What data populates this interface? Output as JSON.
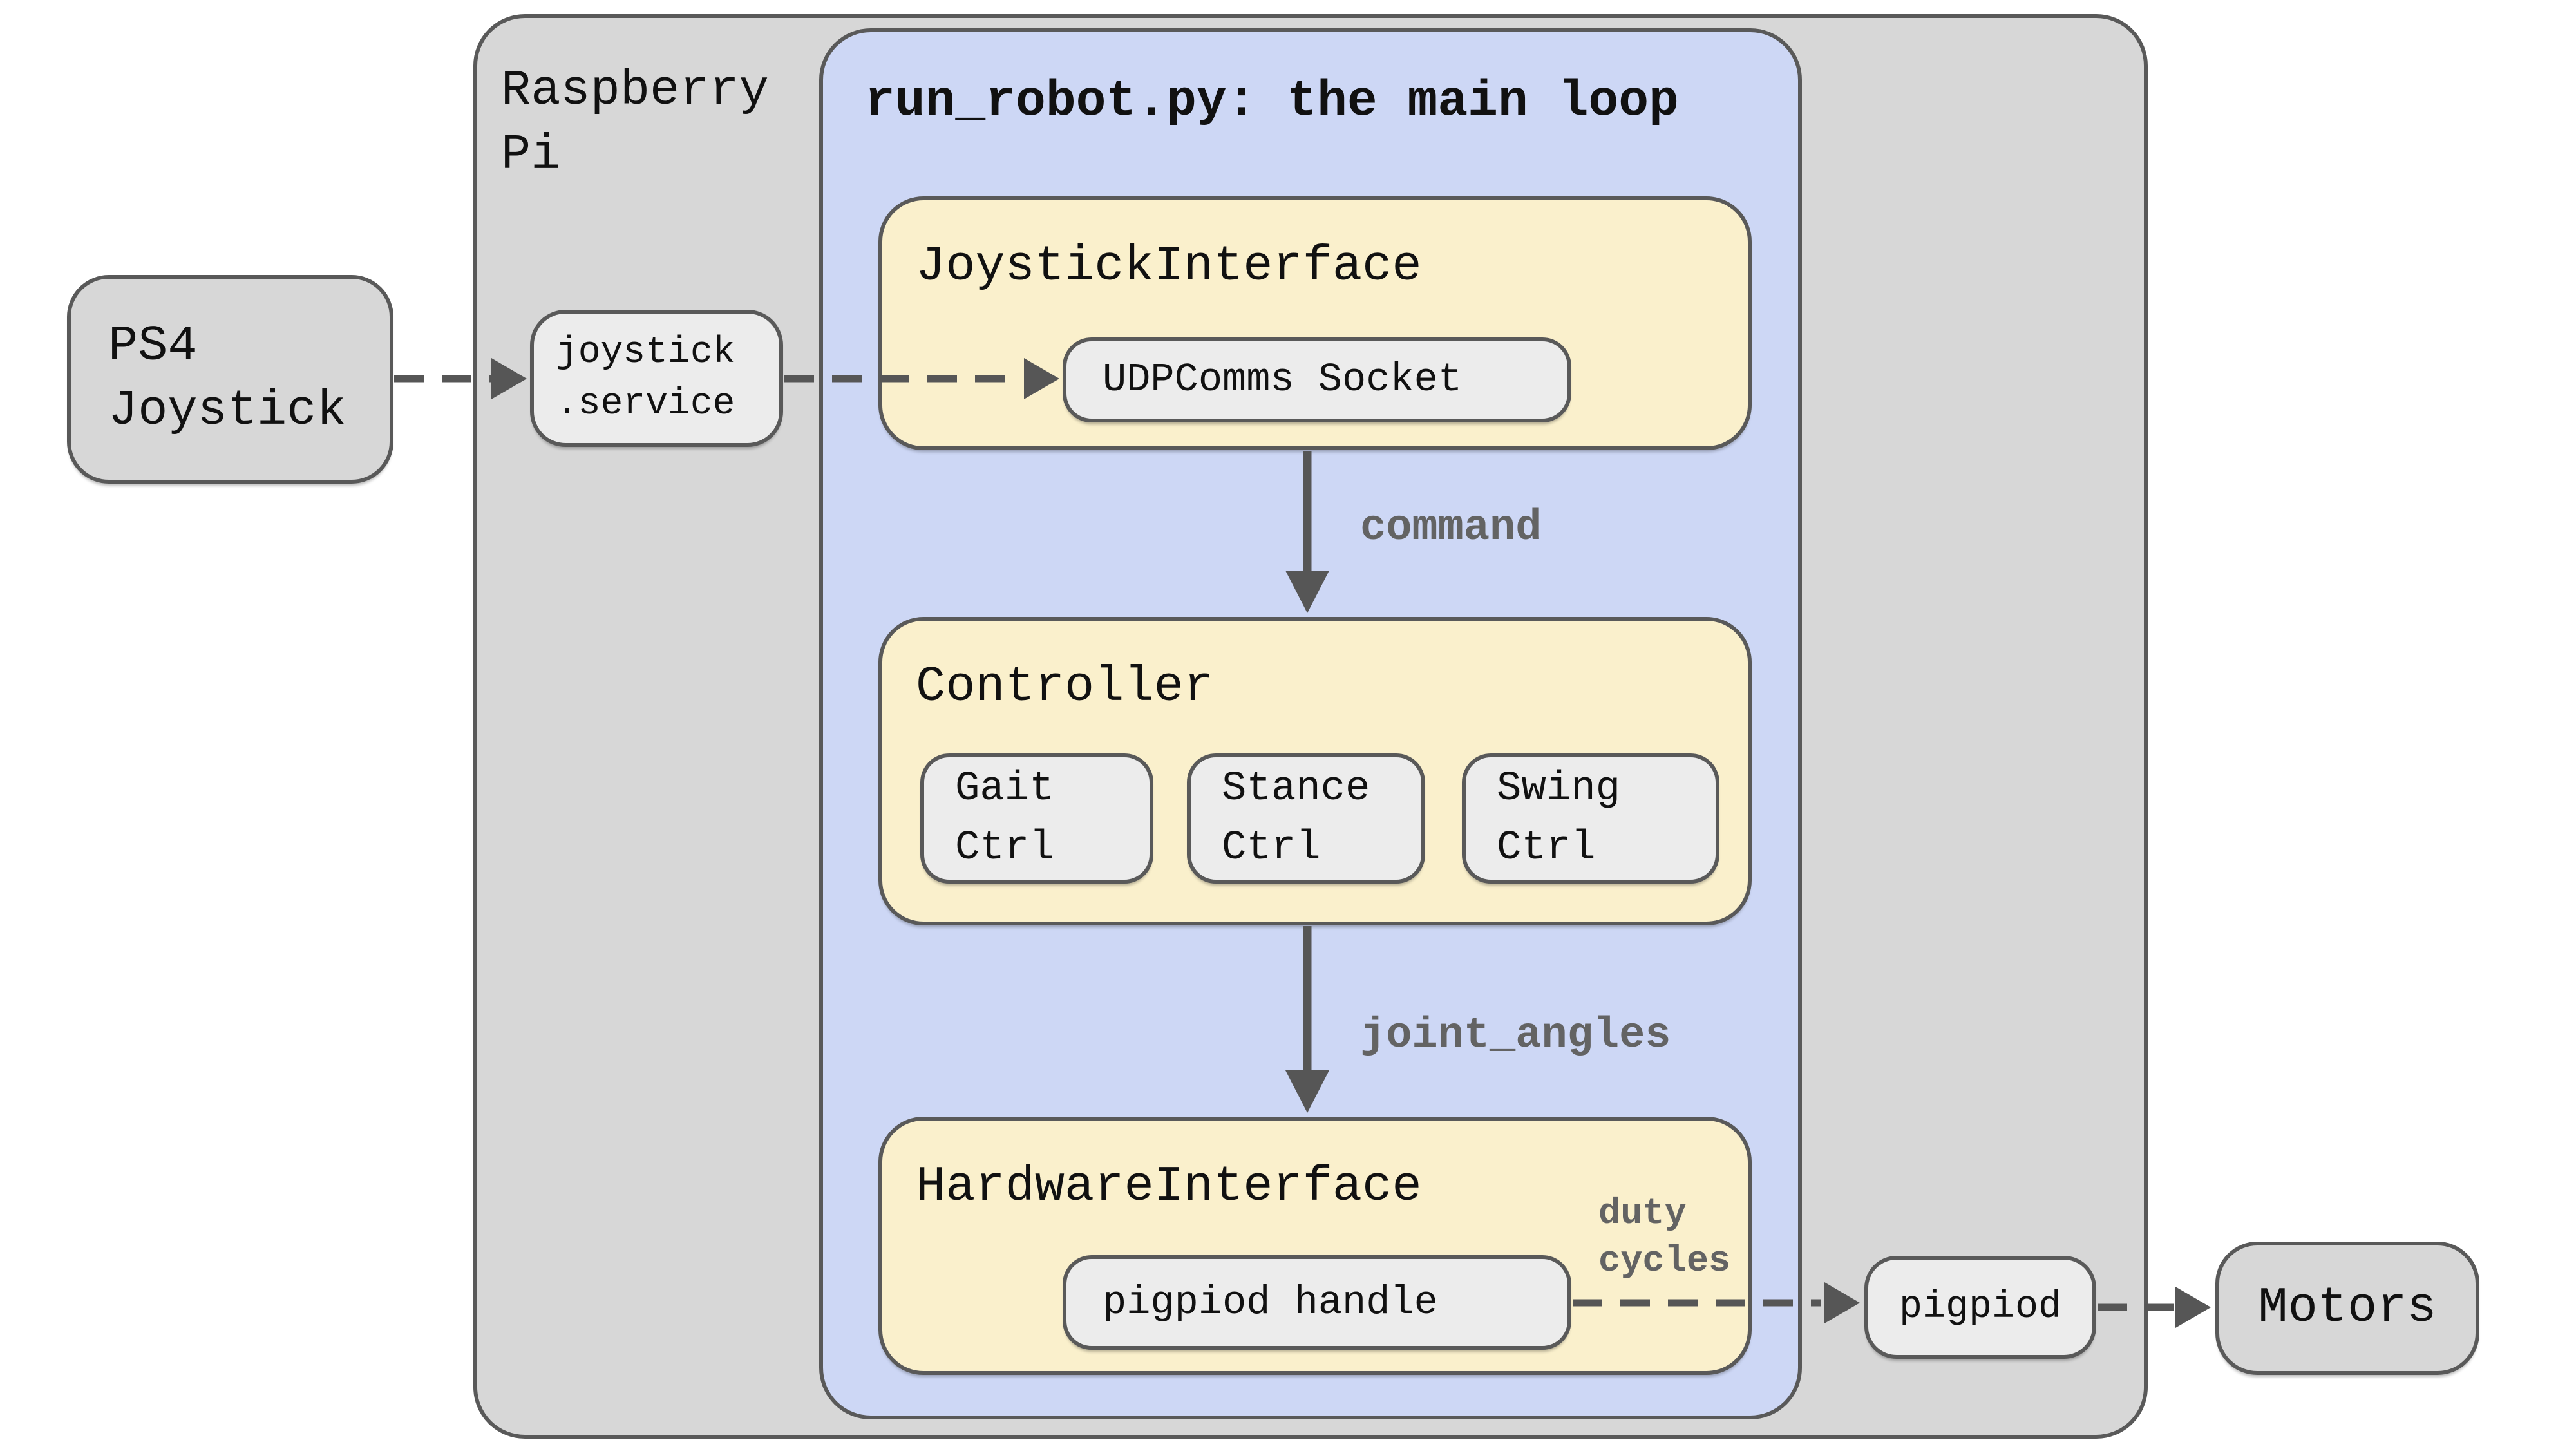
{
  "colors": {
    "outer_fill": "#d7d7d7",
    "loop_fill": "#cdd7f5",
    "module_fill": "#faf0cc",
    "node_fill": "#ececec",
    "border": "#595959",
    "arrow": "#565656",
    "edge_label_text": "#636363"
  },
  "outer": {
    "label": "Raspberry\nPi"
  },
  "main_loop": {
    "title": "run_robot.py: the main loop"
  },
  "nodes": {
    "ps4_joystick": "PS4\nJoystick",
    "joystick_service": "joystick\n.service",
    "udpcomms_socket": "UDPComms Socket",
    "pigpiod_handle": "pigpiod handle",
    "pigpiod": "pigpiod",
    "motors": "Motors"
  },
  "modules": {
    "joystick_interface": {
      "title": "JoystickInterface"
    },
    "controller": {
      "title": "Controller",
      "children": [
        "Gait\nCtrl",
        "Stance\nCtrl",
        "Swing\nCtrl"
      ]
    },
    "hardware_interface": {
      "title": "HardwareInterface"
    }
  },
  "edge_labels": {
    "command": "command",
    "joint_angles": "joint_angles",
    "duty_cycles": "duty\ncycles"
  }
}
